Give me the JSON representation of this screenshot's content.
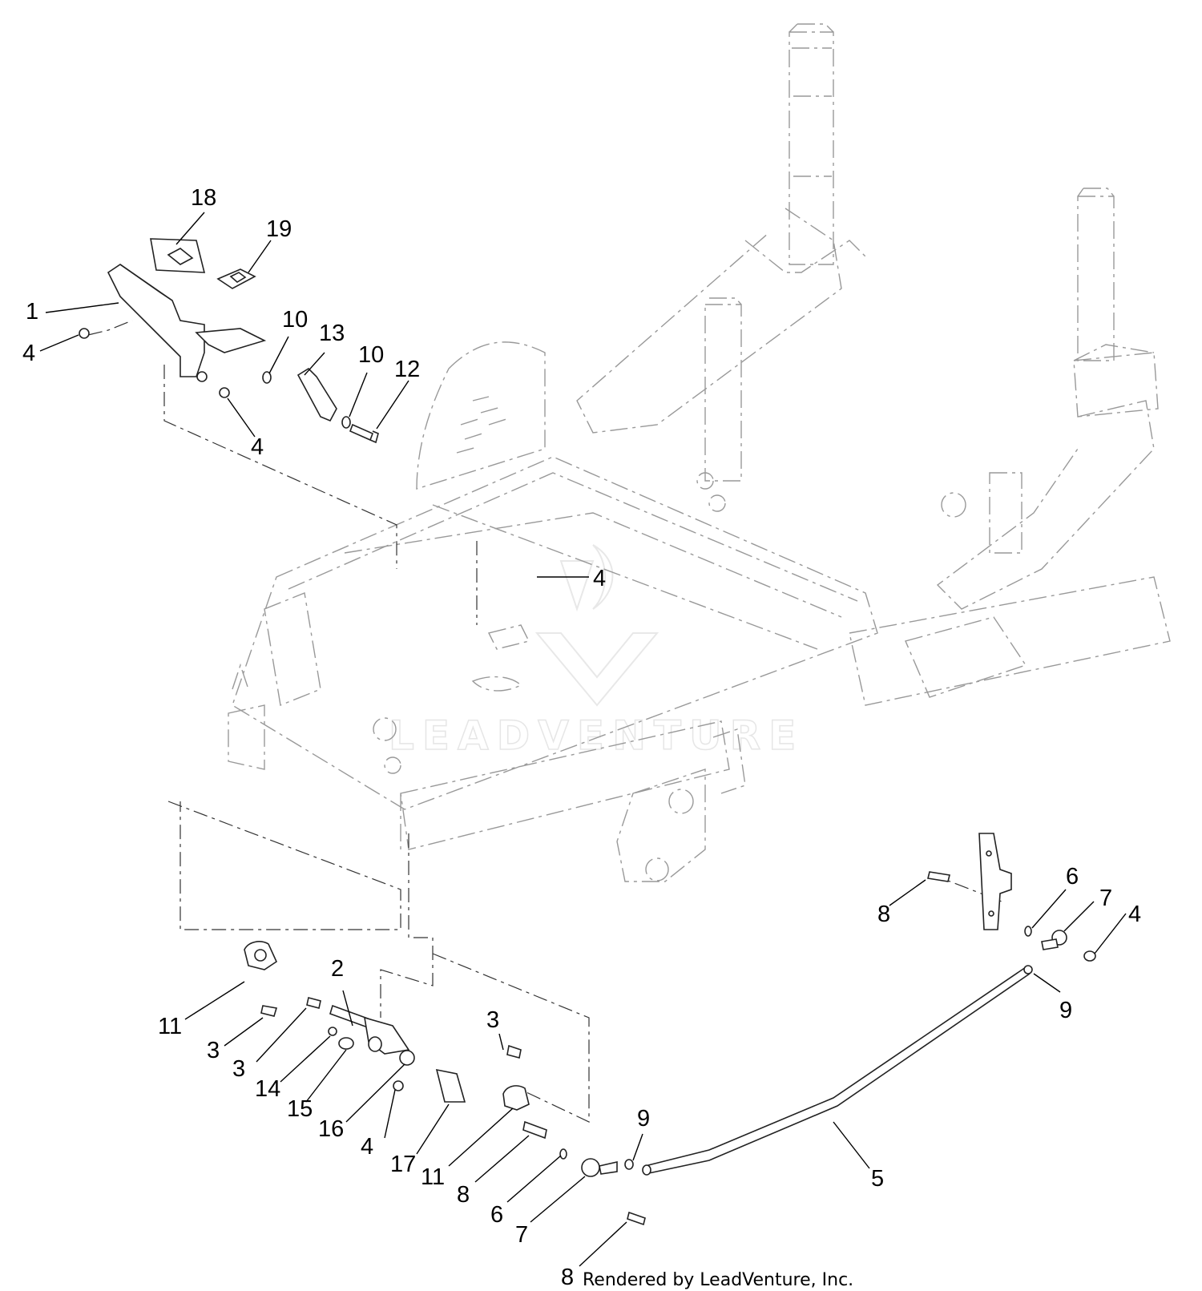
{
  "diagram": {
    "callouts": [
      {
        "label": "18"
      },
      {
        "label": "19"
      },
      {
        "label": "1"
      },
      {
        "label": "4"
      },
      {
        "label": "10"
      },
      {
        "label": "13"
      },
      {
        "label": "10"
      },
      {
        "label": "12"
      },
      {
        "label": "4"
      },
      {
        "label": "4"
      },
      {
        "label": "2"
      },
      {
        "label": "11"
      },
      {
        "label": "3"
      },
      {
        "label": "3"
      },
      {
        "label": "14"
      },
      {
        "label": "15"
      },
      {
        "label": "16"
      },
      {
        "label": "4"
      },
      {
        "label": "17"
      },
      {
        "label": "11"
      },
      {
        "label": "3"
      },
      {
        "label": "8"
      },
      {
        "label": "6"
      },
      {
        "label": "7"
      },
      {
        "label": "8"
      },
      {
        "label": "9"
      },
      {
        "label": "5"
      },
      {
        "label": "8"
      },
      {
        "label": "6"
      },
      {
        "label": "7"
      },
      {
        "label": "4"
      },
      {
        "label": "9"
      }
    ],
    "watermark": "LEADVENTURE",
    "footer": "Rendered by LeadVenture, Inc."
  }
}
